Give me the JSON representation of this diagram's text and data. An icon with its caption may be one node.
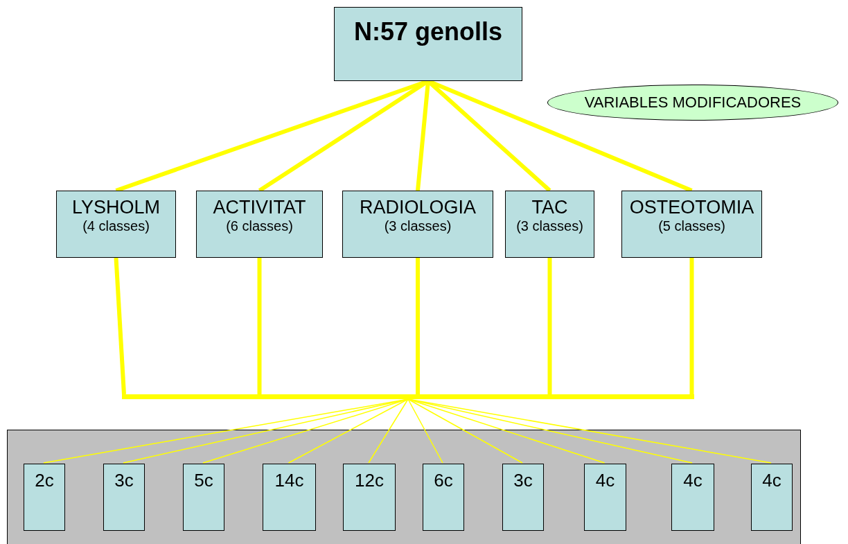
{
  "diagram": {
    "nodes": [
      {
        "text": [
          "N:57 genolls"
        ]
      },
      {
        "text": [
          "VARIABLES MODIFICADORES"
        ]
      },
      {
        "text": [
          "LYSHOLM",
          "(4 classes)"
        ]
      },
      {
        "text": [
          "ACTIVITAT",
          "(6 classes)"
        ]
      },
      {
        "text": [
          "RADIOLOGIA",
          "(3 classes)"
        ]
      },
      {
        "text": [
          "TAC",
          "(3 classes)"
        ]
      },
      {
        "text": [
          "OSTEOTOMIA",
          "(5 classes)"
        ]
      },
      {
        "text": [],
        "shape": "bar"
      },
      {
        "text": [],
        "shape": "box"
      },
      {
        "text": [
          "2c"
        ],
        "in": 8
      },
      {
        "text": [
          "3c"
        ],
        "in": 8
      },
      {
        "text": [
          "5c"
        ],
        "in": 8
      },
      {
        "text": [
          "14c"
        ],
        "in": 8
      },
      {
        "text": [
          "12c"
        ],
        "in": 8
      },
      {
        "text": [
          "6c"
        ],
        "in": 8
      },
      {
        "text": [
          "3c"
        ],
        "in": 8
      },
      {
        "text": [
          "4c"
        ],
        "in": 8
      },
      {
        "text": [
          "4c"
        ],
        "in": 8
      },
      {
        "text": [
          "4c"
        ],
        "in": 8
      }
    ],
    "edges": [
      {
        "from": 0,
        "to": 2,
        "arrow": "none",
        "style": "thick"
      },
      {
        "from": 0,
        "to": 3,
        "arrow": "none",
        "style": "thick"
      },
      {
        "from": 0,
        "to": 4,
        "arrow": "none",
        "style": "thick"
      },
      {
        "from": 0,
        "to": 5,
        "arrow": "none",
        "style": "thick"
      },
      {
        "from": 0,
        "to": 6,
        "arrow": "none",
        "style": "thick"
      },
      {
        "from": 2,
        "to": 7,
        "arrow": "none",
        "style": "thick"
      },
      {
        "from": 3,
        "to": 7,
        "arrow": "none",
        "style": "thick"
      },
      {
        "from": 4,
        "to": 7,
        "arrow": "none",
        "style": "thick"
      },
      {
        "from": 5,
        "to": 7,
        "arrow": "none",
        "style": "thick"
      },
      {
        "from": 6,
        "to": 7,
        "arrow": "none",
        "style": "thick"
      },
      {
        "from": 7,
        "to": 9,
        "arrow": "none"
      },
      {
        "from": 7,
        "to": 10,
        "arrow": "none"
      },
      {
        "from": 7,
        "to": 11,
        "arrow": "none"
      },
      {
        "from": 7,
        "to": 12,
        "arrow": "none"
      },
      {
        "from": 7,
        "to": 13,
        "arrow": "none"
      },
      {
        "from": 7,
        "to": 14,
        "arrow": "none"
      },
      {
        "from": 7,
        "to": 15,
        "arrow": "none"
      },
      {
        "from": 7,
        "to": 16,
        "arrow": "none"
      },
      {
        "from": 7,
        "to": 17,
        "arrow": "none"
      },
      {
        "from": 7,
        "to": 18,
        "arrow": "none"
      }
    ]
  }
}
